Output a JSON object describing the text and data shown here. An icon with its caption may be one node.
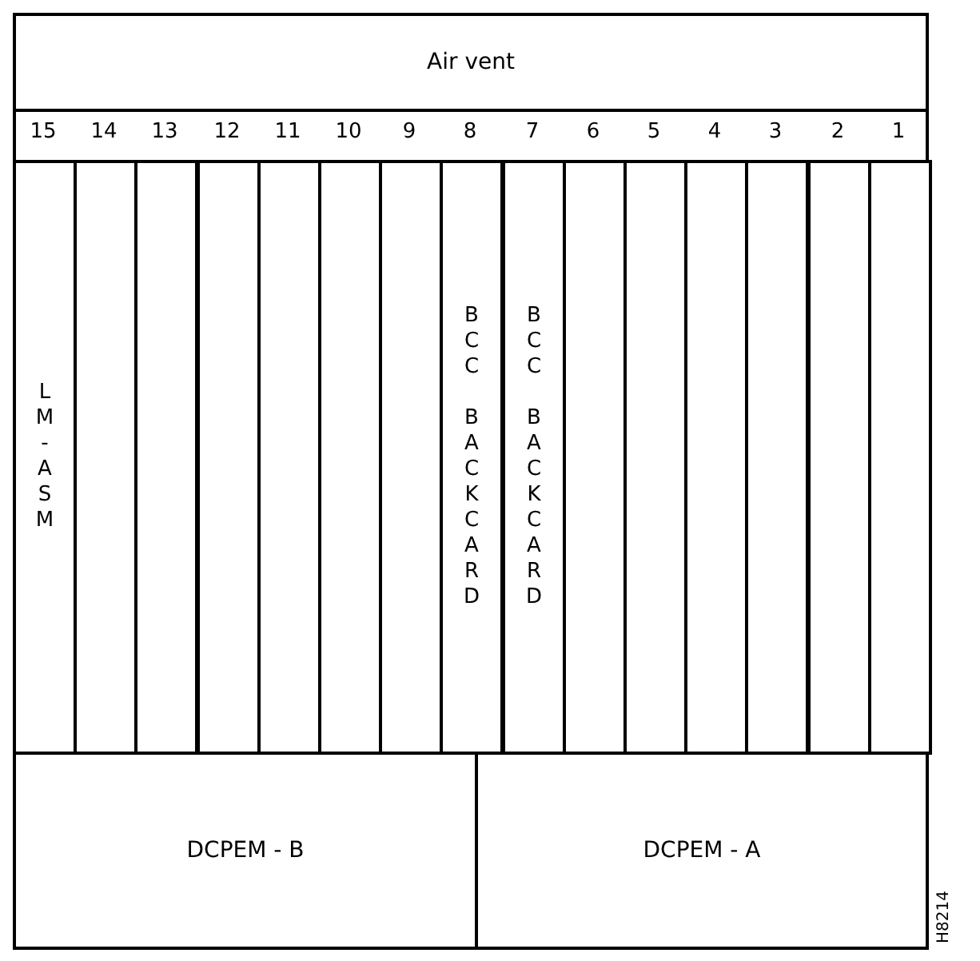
{
  "diagram": {
    "nodes": [
      {
        "text": [
          "Air vent"
        ]
      },
      {
        "text": [
          "LM-ASM"
        ]
      },
      {
        "text": [],
        "shape": "box"
      },
      {
        "text": [],
        "shape": "box"
      },
      {
        "text": [],
        "shape": "box"
      },
      {
        "text": [],
        "shape": "box"
      },
      {
        "text": [],
        "shape": "box"
      },
      {
        "text": [],
        "shape": "box"
      },
      {
        "text": [
          "BCC BACKCARD"
        ]
      },
      {
        "text": [
          "BCC BACKCARD"
        ]
      },
      {
        "text": [],
        "shape": "box"
      },
      {
        "text": [],
        "shape": "box"
      },
      {
        "text": [],
        "shape": "box"
      },
      {
        "text": [],
        "shape": "box"
      },
      {
        "text": [],
        "shape": "box"
      },
      {
        "text": [],
        "shape": "box"
      },
      {
        "text": [
          "DCPEM - B"
        ]
      },
      {
        "text": [
          "DCPEM - A"
        ]
      }
    ],
    "edges": [],
    "labels": [
      "15",
      "14",
      "13",
      "12",
      "11",
      "10",
      "9",
      "8",
      "7",
      "6",
      "5",
      "4",
      "3",
      "2",
      "1",
      "H8214"
    ]
  }
}
